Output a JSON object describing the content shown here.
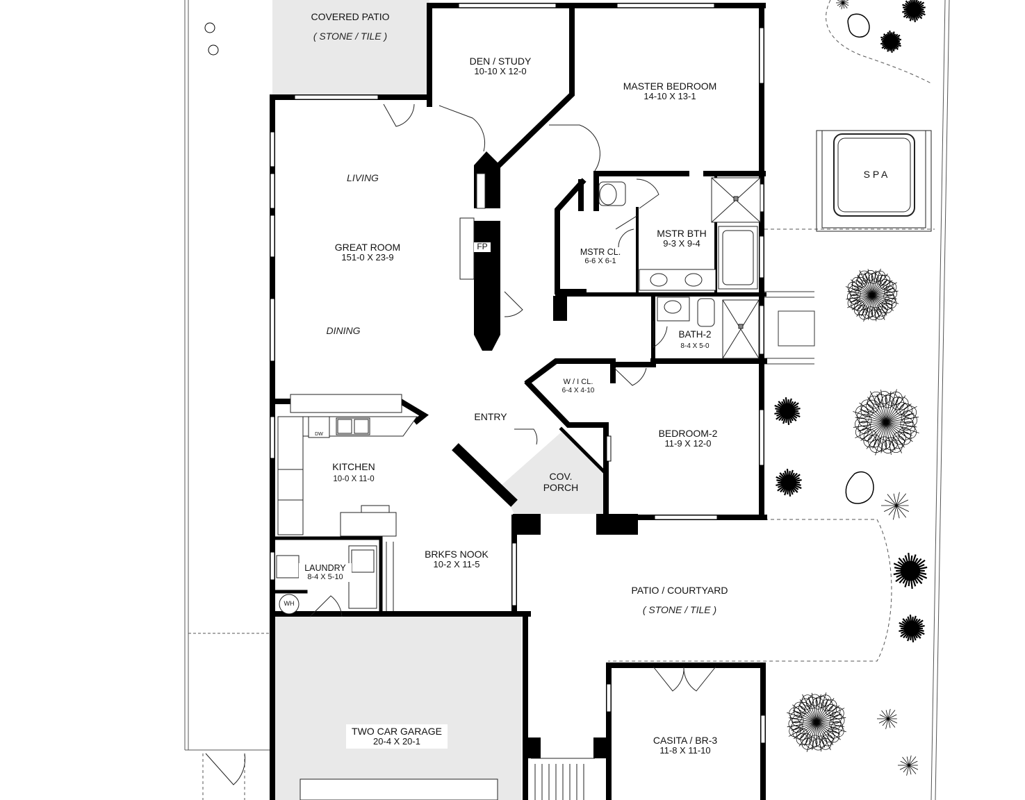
{
  "rooms": {
    "covered_patio": {
      "name": "COVERED PATIO",
      "finish": "( STONE / TILE )"
    },
    "den_study": {
      "name": "DEN / STUDY",
      "dims": "10-10 X 12-0"
    },
    "master_bedroom": {
      "name": "MASTER BEDROOM",
      "dims": "14-10  X  13-1"
    },
    "spa": {
      "name": "S P A"
    },
    "living": {
      "name": "LIVING"
    },
    "great_room": {
      "name": "GREAT ROOM",
      "dims": "151-0  X  23-9"
    },
    "dining": {
      "name": "DINING"
    },
    "fireplace": {
      "name": "FP"
    },
    "master_closet": {
      "name": "MSTR CL.",
      "dims": "6-6  X  6-1"
    },
    "master_bath": {
      "name": "MSTR BTH",
      "dims": "9-3  X  9-4"
    },
    "bath2": {
      "name": "BATH-2",
      "dims": "8-4 X 5-0"
    },
    "walkin_closet": {
      "name": "W / I  CL.",
      "dims": "6-4 X 4-10"
    },
    "entry": {
      "name": "ENTRY"
    },
    "kitchen": {
      "name": "KITCHEN",
      "dims": "10-0 X 11-0"
    },
    "dishwasher": {
      "name": "DW"
    },
    "covered_porch": {
      "name": "COV.",
      "name2": "PORCH"
    },
    "bedroom2": {
      "name": "BEDROOM-2",
      "dims": "11-9  X  12-0"
    },
    "breakfast_nook": {
      "name": "BRKFS NOOK",
      "dims": "10-2  X  11-5"
    },
    "laundry": {
      "name": "LAUNDRY",
      "dims": "8-4 X 5-10"
    },
    "water_heater": {
      "name": "WH"
    },
    "patio_courtyard": {
      "name": "PATIO  /  COURTYARD",
      "finish": "( STONE / TILE )"
    },
    "garage": {
      "name": "TWO CAR GARAGE",
      "dims": "20-4  X  20-1"
    },
    "casita": {
      "name": "CASITA / BR-3",
      "dims": "11-8  X  11-10"
    }
  },
  "colors": {
    "wall": "#000000",
    "paved": "#e9e9e9",
    "background": "#ffffff",
    "line": "#555555"
  }
}
